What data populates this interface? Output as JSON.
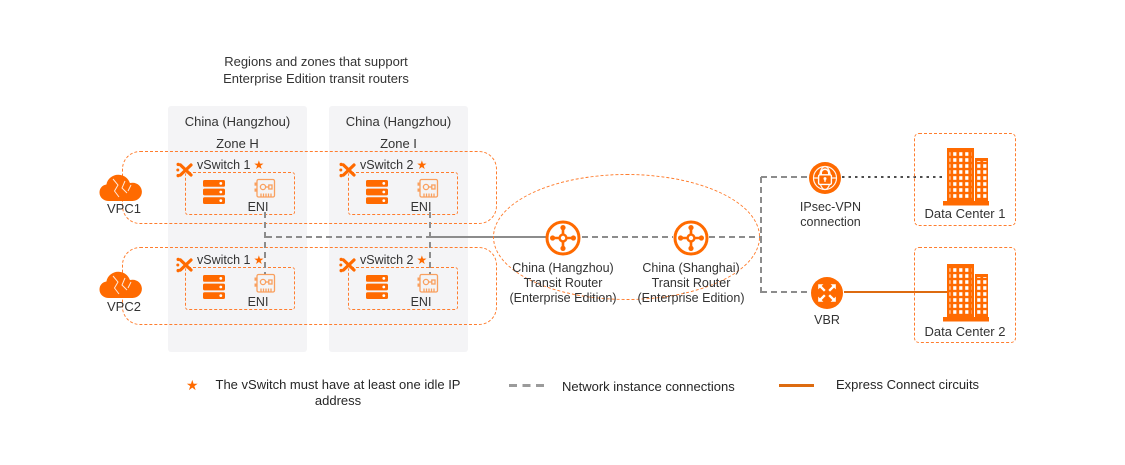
{
  "colors": {
    "accent": "#FF6A00",
    "dashed_border": "#FF7D2E",
    "gray_line": "#8C8C8C",
    "express_line": "#DD6B10",
    "zone_bg": "#F4F4F6",
    "text": "#333333"
  },
  "icons": {
    "vpc": "cloud-icon",
    "vswitch": "vswitch-x-icon",
    "server": "server-stack-icon",
    "eni": "nic-card-icon",
    "transit_router": "router-compass-icon",
    "ipsec": "globe-lock-icon",
    "vbr": "arrows-out-icon",
    "data_center": "building-icon",
    "star": "star-icon"
  },
  "title": "Regions and zones that support\nEnterprise Edition transit routers",
  "zones": [
    {
      "region": "China (Hangzhou)",
      "zone": "Zone H"
    },
    {
      "region": "China (Hangzhou)",
      "zone": "Zone I"
    }
  ],
  "vpcs": [
    {
      "label": "VPC1"
    },
    {
      "label": "VPC2"
    }
  ],
  "vswitches": [
    {
      "label": "vSwitch 1",
      "star": "★",
      "eni": "ENI"
    },
    {
      "label": "vSwitch 2",
      "star": "★",
      "eni": "ENI"
    },
    {
      "label": "vSwitch 1",
      "star": "★",
      "eni": "ENI"
    },
    {
      "label": "vSwitch 2",
      "star": "★",
      "eni": "ENI"
    }
  ],
  "transit_routers": [
    {
      "label": "China (Hangzhou)\nTransit Router\n(Enterprise Edition)"
    },
    {
      "label": "China (Shanghai)\nTransit Router\n(Enterprise Edition)"
    }
  ],
  "ipsec": {
    "label": "IPsec-VPN\nconnection"
  },
  "vbr": {
    "label": "VBR"
  },
  "data_centers": [
    {
      "label": "Data Center 1"
    },
    {
      "label": "Data Center 2"
    }
  ],
  "legend": {
    "star_symbol": "★",
    "star_note": "The vSwitch must have at least one idle IP\naddress",
    "network_connections": "Network instance connections",
    "express_connect": "Express Connect circuits"
  }
}
